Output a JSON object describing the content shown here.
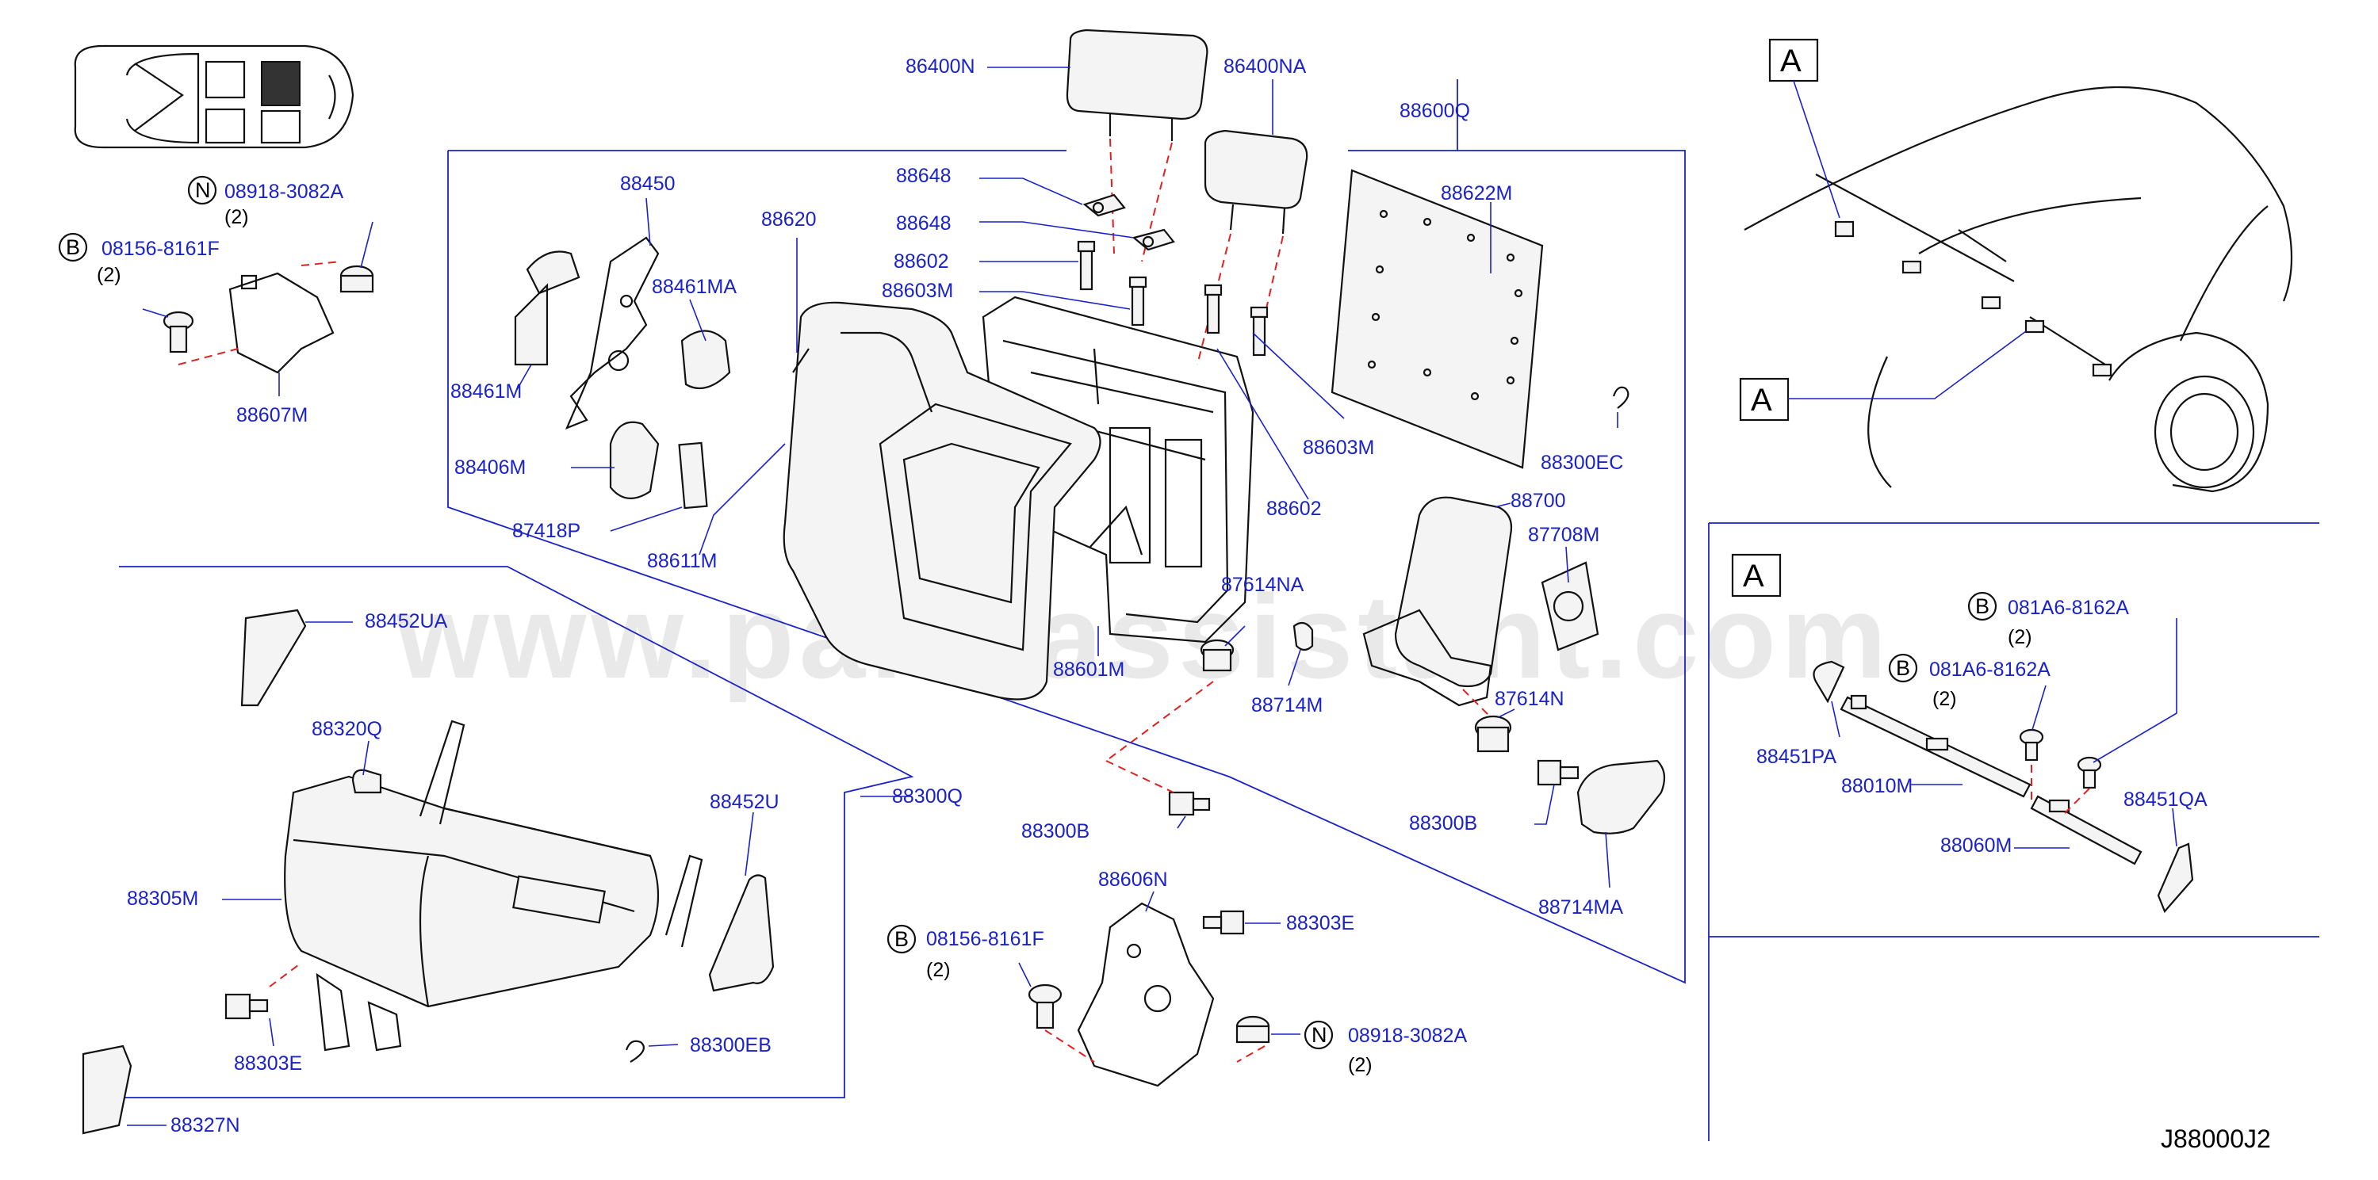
{
  "watermark": "www.partsassistant.com",
  "diagram_code": "J88000J2",
  "section_markers": [
    "A",
    "A",
    "A"
  ],
  "labels": {
    "p86400N": "86400N",
    "p86400NA": "86400NA",
    "p88600Q": "88600Q",
    "p88622M": "88622M",
    "p88648a": "88648",
    "p88648b": "88648",
    "p88602a": "88602",
    "p88603Ma": "88603M",
    "p88603Mb": "88603M",
    "p88602b": "88602",
    "p88450": "88450",
    "p88620": "88620",
    "p88461MA": "88461MA",
    "p88461M": "88461M",
    "p88406M": "88406M",
    "p87418P": "87418P",
    "p88611M": "88611M",
    "p88300EC": "88300EC",
    "p88700": "88700",
    "p87708M": "87708M",
    "p87614NA": "87614NA",
    "p88601M": "88601M",
    "p88714M": "88714M",
    "p87614N": "87614N",
    "p88300Ba": "88300B",
    "p88300Bb": "88300B",
    "p88714MA": "88714MA",
    "p88452UA": "88452UA",
    "p88320Q": "88320Q",
    "p88300Q": "88300Q",
    "p88452U": "88452U",
    "p88305M": "88305M",
    "p88303Ea": "88303E",
    "p88300EB": "88300EB",
    "p88327N": "88327N",
    "p88606N": "88606N",
    "p88303Eb": "88303E",
    "p88607M": "88607M",
    "p88451PA": "88451PA",
    "p88010M": "88010M",
    "p88060M": "88060M",
    "p88451QA": "88451QA"
  },
  "fasteners": {
    "n_top": {
      "letter": "N",
      "code": "08918-3082A",
      "qty": "(2)"
    },
    "b_top": {
      "letter": "B",
      "code": "08156-8161F",
      "qty": "(2)"
    },
    "b_mid": {
      "letter": "B",
      "code": "08156-8161F",
      "qty": "(2)"
    },
    "n_bottom": {
      "letter": "N",
      "code": "08918-3082A",
      "qty": "(2)"
    },
    "b_right1": {
      "letter": "B",
      "code": "081A6-8162A",
      "qty": "(2)"
    },
    "b_right2": {
      "letter": "B",
      "code": "081A6-8162A",
      "qty": "(2)"
    }
  }
}
